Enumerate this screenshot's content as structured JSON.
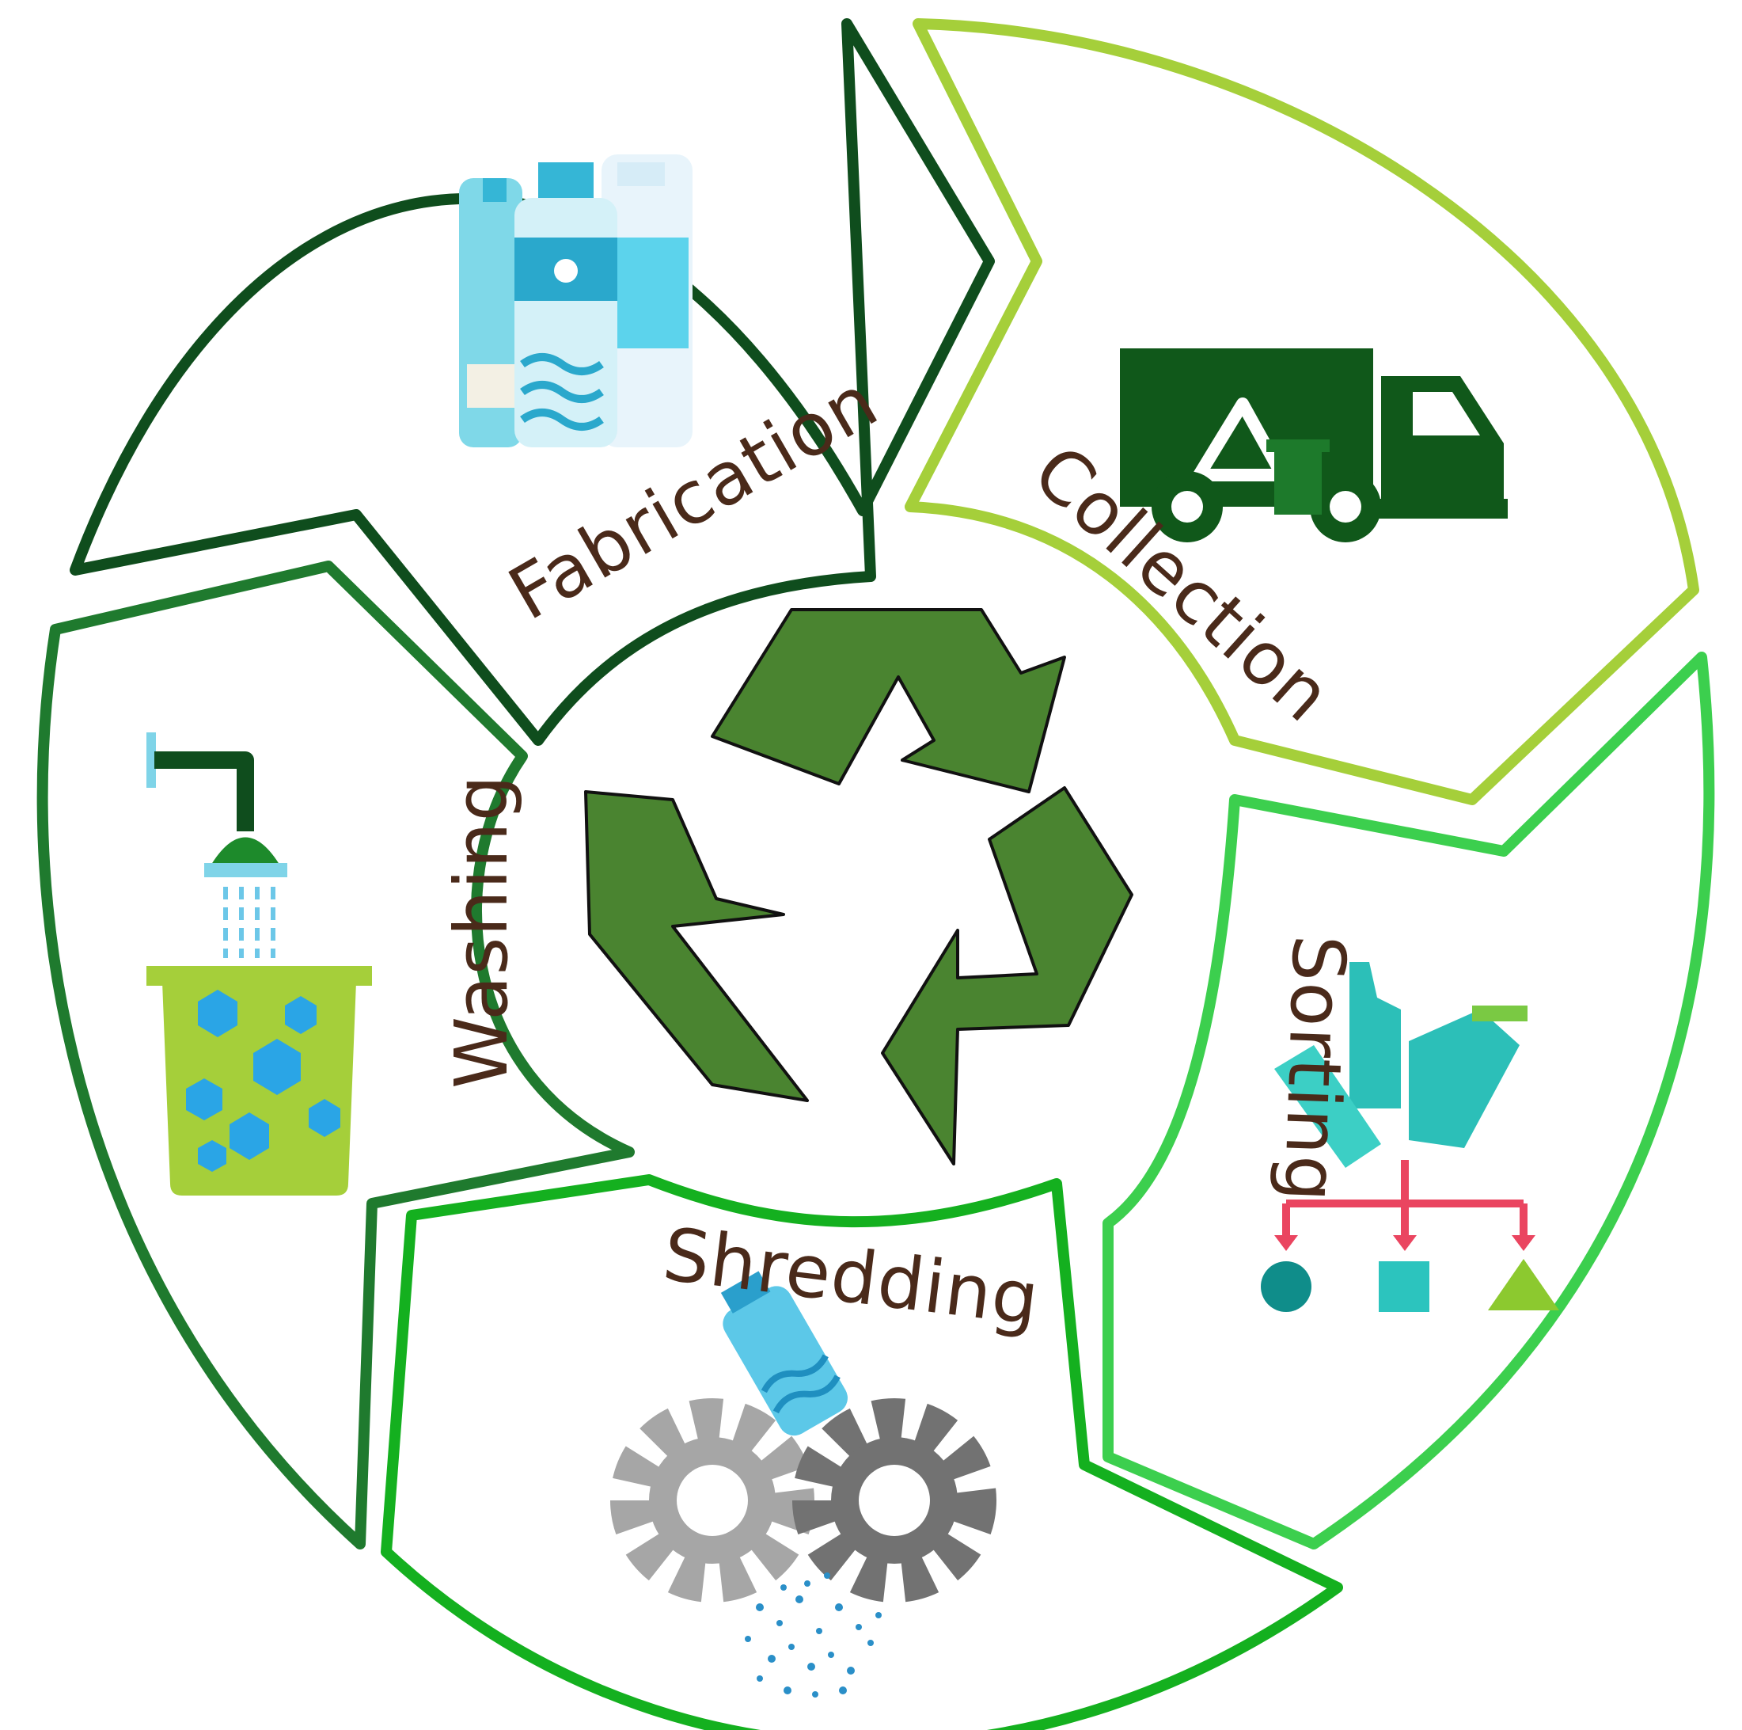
{
  "diagram": {
    "type": "cycle",
    "stages": [
      {
        "id": "fabrication",
        "label": "Fabrication",
        "color": "#0f4d1d",
        "icon": "bottles-icon"
      },
      {
        "id": "collection",
        "label": "Collection",
        "color": "#a5cf3a",
        "icon": "recycling-truck-icon"
      },
      {
        "id": "sorting",
        "label": "Sorting",
        "color": "#3ccf4e",
        "icon": "sorting-icon"
      },
      {
        "id": "shredding",
        "label": "Shredding",
        "color": "#14b01f",
        "icon": "shredding-gears-icon"
      },
      {
        "id": "washing",
        "label": "Washing",
        "color": "#1f7a2e",
        "icon": "washing-shower-icon"
      }
    ],
    "center": {
      "icon": "recycle-symbol-icon",
      "color": "#4a8430"
    },
    "label_color": "#4a2a1a"
  }
}
